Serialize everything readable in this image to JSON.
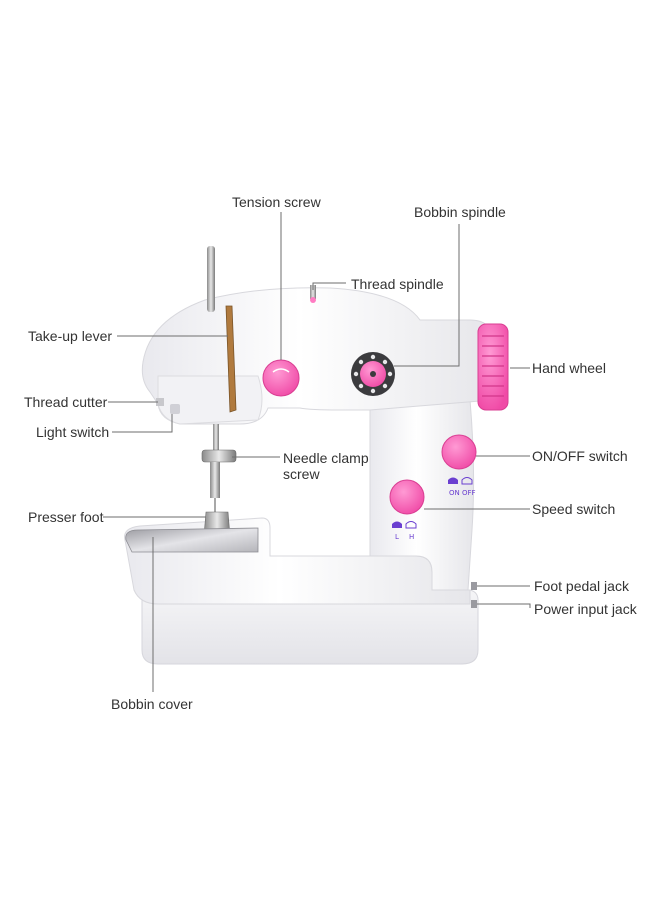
{
  "colors": {
    "body": "#ffffff",
    "accent_pink": "#ff5fb8",
    "leader_line": "#6e6e6e",
    "marking_purple": "#6a3fd0"
  },
  "labels": {
    "tension_screw": "Tension screw",
    "bobbin_spindle": "Bobbin spindle",
    "thread_spindle": "Thread spindle",
    "take_up_lever": "Take-up lever",
    "hand_wheel": "Hand wheel",
    "thread_cutter": "Thread cutter",
    "light_switch": "Light switch",
    "needle_clamp_screw_line1": "Needle clamp",
    "needle_clamp_screw_line2": "screw",
    "on_off_switch": "ON/OFF switch",
    "presser_foot": "Presser foot",
    "speed_switch": "Speed switch",
    "foot_pedal_jack": "Foot pedal jack",
    "power_input_jack": "Power input jack",
    "bobbin_cover": "Bobbin cover"
  },
  "markings": {
    "on": "ON",
    "off": "OFF",
    "low": "L",
    "high": "H"
  }
}
